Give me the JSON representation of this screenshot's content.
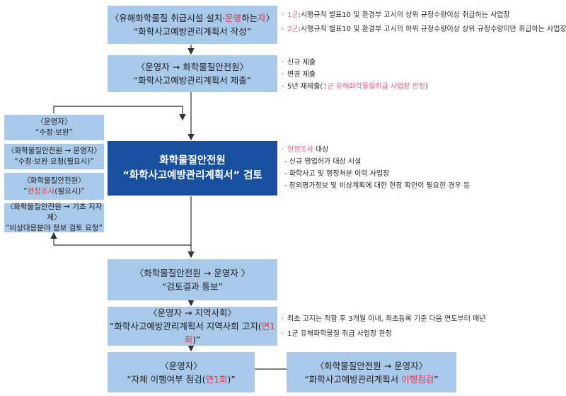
{
  "flow": {
    "step1": {
      "line1_a": "〈유해화학물질 취급시설 설치·",
      "line1_hl": "운영",
      "line1_b": "하는",
      "line1_hl2": "자",
      "line1_c": "〉",
      "line2": "“화학사고예방관리계획서 작성”"
    },
    "step2": {
      "line1": "〈운영자 → 화학물질안전원〉",
      "line2": "“화학사고예방관리계획서 제출”"
    },
    "step3": {
      "line1": "화학물질안전원",
      "line2": "“화학사고예방관리계획서” 검토"
    },
    "step4": {
      "line1": "〈화학물질안전원 → 운영자 〉",
      "line2": "“검토결과 통보”"
    },
    "step5": {
      "line1": "〈운영자 → 지역사회〉",
      "line2_a": "“화학사고예방관리계획서 지역사회 고지(",
      "line2_hl": "연1회",
      "line2_b": ")”"
    },
    "step6": {
      "line1": "〈운영자〉",
      "line2_a": "“자체 이행여부 점검(",
      "line2_hl": "연1회",
      "line2_b": ")”"
    },
    "step7": {
      "line1": "〈화학물질안전원 → 운영자〉",
      "line2_a": "“화학사고예방관리계획서 ",
      "line2_hl": "이행점검",
      "line2_b": "”"
    }
  },
  "side": {
    "s1": {
      "line1": "〈운영자〉",
      "line2": "“수정·보완”"
    },
    "s2": {
      "line1": "〈화학물질안전원 → 운영자〉",
      "line2": "“수정·보완 요청(필요시)”"
    },
    "s3": {
      "line1": "〈화학물질안전원〉",
      "line2_a": "“",
      "line2_hl": "현장조사",
      "line2_b": "(필요시)”"
    },
    "s4": {
      "line1": "〈화학물질안전원 → 기초 지자체〉",
      "line2": "“비상대응분야 정보 검토 요청”"
    }
  },
  "notes": {
    "n1": {
      "a_pink": "1군",
      "a": ":시행규칙 별표10 및 환경부 고시의 상위 규정수량이상 취급하는 사업장"
    },
    "n2": {
      "a_pink": "2군",
      "a": ":시행규칙 별표10 및 환경부 고시의 하위 규정수량이상 상위 규정수량미만 취급하는 사업장"
    },
    "n3": {
      "l1": "신규 제출",
      "l2": "변경 제출",
      "l3_a": "5년 재제출(",
      "l3_pink": "1군 유해화학물질취급 사업장 한정",
      "l3_b": ")"
    },
    "n4": {
      "title_pink": "현장조사",
      "title": " 대상",
      "i1": "- 신규 영업허가 대상 시설",
      "i2": "- 화학사고 및 행정처분 이력 사업장",
      "i3": "- 장외평가정보 및 비상계획에 대한 현장 확인이 필요한 경우 등"
    },
    "n5": {
      "l1": "최초 고지는 적합 후 3개월 이내, 최초등록 기준 다음 연도부터 매년",
      "l2": "1군 유해화학물질 취급 사업장 한정"
    },
    "bullet": "·"
  }
}
